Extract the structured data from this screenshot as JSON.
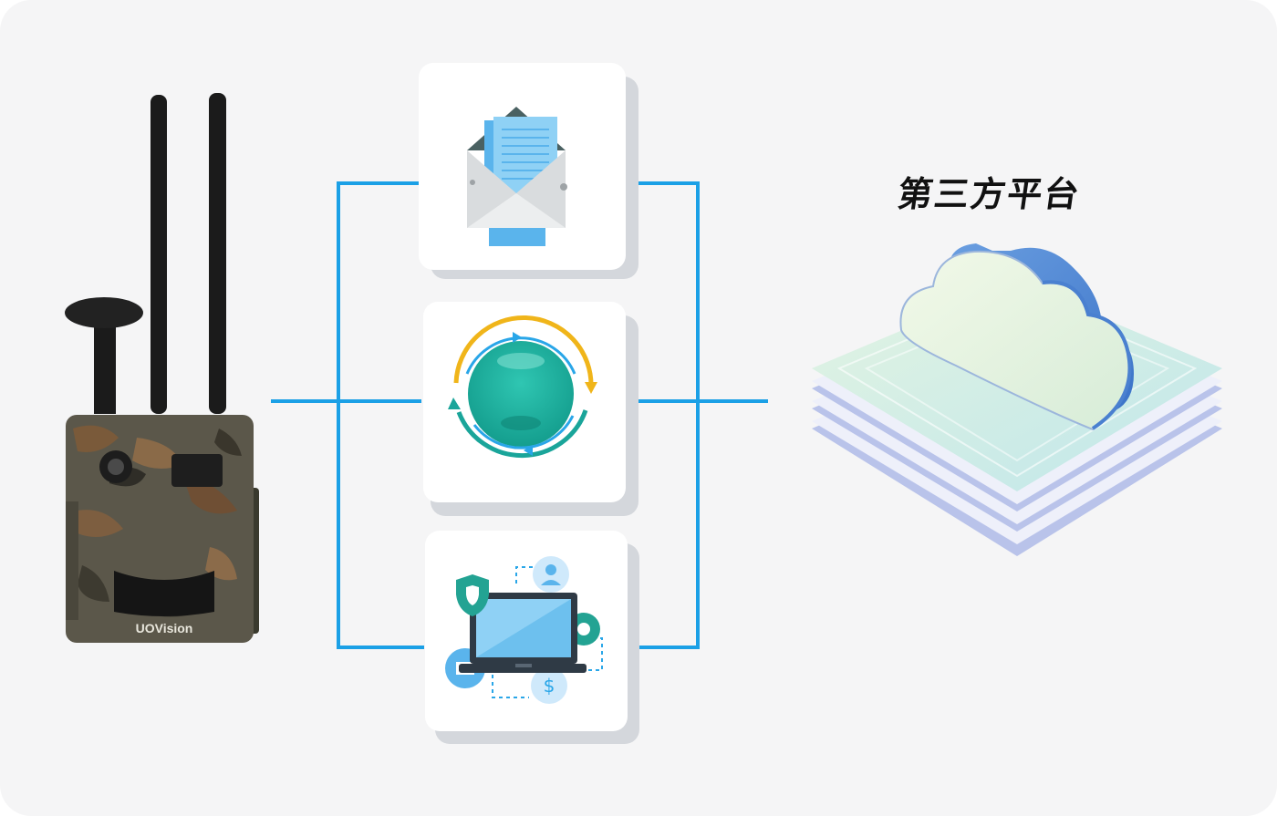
{
  "platform": {
    "label": "第三方平台"
  },
  "camera": {
    "brand": "UOVision"
  },
  "colors": {
    "connector": "#1ba0e6",
    "background": "#f5f5f6",
    "card": "#ffffff",
    "card_shadow": "#d4d7dc"
  },
  "services": [
    {
      "name": "email",
      "icon": "envelope-document-icon"
    },
    {
      "name": "sync",
      "icon": "sync-circle-icon"
    },
    {
      "name": "web-app",
      "icon": "laptop-network-icon"
    }
  ]
}
